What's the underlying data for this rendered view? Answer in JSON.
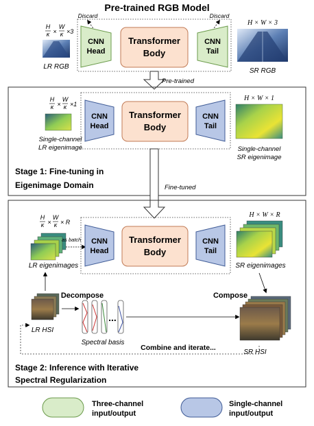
{
  "top": {
    "title": "Pre-trained RGB Model",
    "in_dim": {
      "top": "H",
      "bot": "κ",
      "times": "×",
      "top2": "W",
      "bot2": "κ",
      "tail": "×3"
    },
    "out_dim": "H × W × 3",
    "discard_left": "Discard",
    "discard_right": "Discard",
    "in_label": "LR RGB",
    "out_label": "SR RGB"
  },
  "blocks": {
    "cnn_head": [
      "CNN",
      "Head"
    ],
    "transformer": [
      "Transformer",
      "Body"
    ],
    "cnn_tail": [
      "CNN",
      "Tail"
    ]
  },
  "arrows": {
    "pretrained": "Pre-trained",
    "finetuned": "Fine-tuned"
  },
  "stage1": {
    "in_dim": {
      "top": "H",
      "bot": "κ",
      "times": "×",
      "top2": "W",
      "bot2": "κ",
      "tail": "×1"
    },
    "out_dim": "H × W × 1",
    "in_label": [
      "Single-channel",
      "LR eigenimage"
    ],
    "out_label": [
      "Single-channel",
      "SR eigenimage"
    ],
    "title": [
      "Stage 1: Fine-tuning in",
      "Eigenimage Domain"
    ]
  },
  "stage2": {
    "in_dim": {
      "top": "H",
      "bot": "κ",
      "times": "×",
      "top2": "W",
      "bot2": "κ",
      "tail": "× R"
    },
    "out_dim": "H × W × R",
    "as_batch": "as batch",
    "in_label": "LR eigenimages",
    "out_label": "SR eigenimages",
    "decompose": "Decompose",
    "compose": "Compose",
    "lr_hsi": "LR HSI",
    "sr_hsi": "SR HSI",
    "spectral_basis": "Spectral basis",
    "dots": "...",
    "combine": "Combine and iterate...",
    "title": [
      "Stage 2: Inference with Iterative",
      "Spectral Regularization"
    ]
  },
  "legend": {
    "three": [
      "Three-channel",
      "input/output"
    ],
    "single": [
      "Single-channel",
      "input/output"
    ]
  },
  "colors": {
    "green_fill": "#d9ecc9",
    "green_stroke": "#6a9a4a",
    "blue_fill": "#b8c7e6",
    "blue_stroke": "#3e5a95",
    "peach_fill": "#fce1cf",
    "peach_stroke": "#c07a55"
  }
}
